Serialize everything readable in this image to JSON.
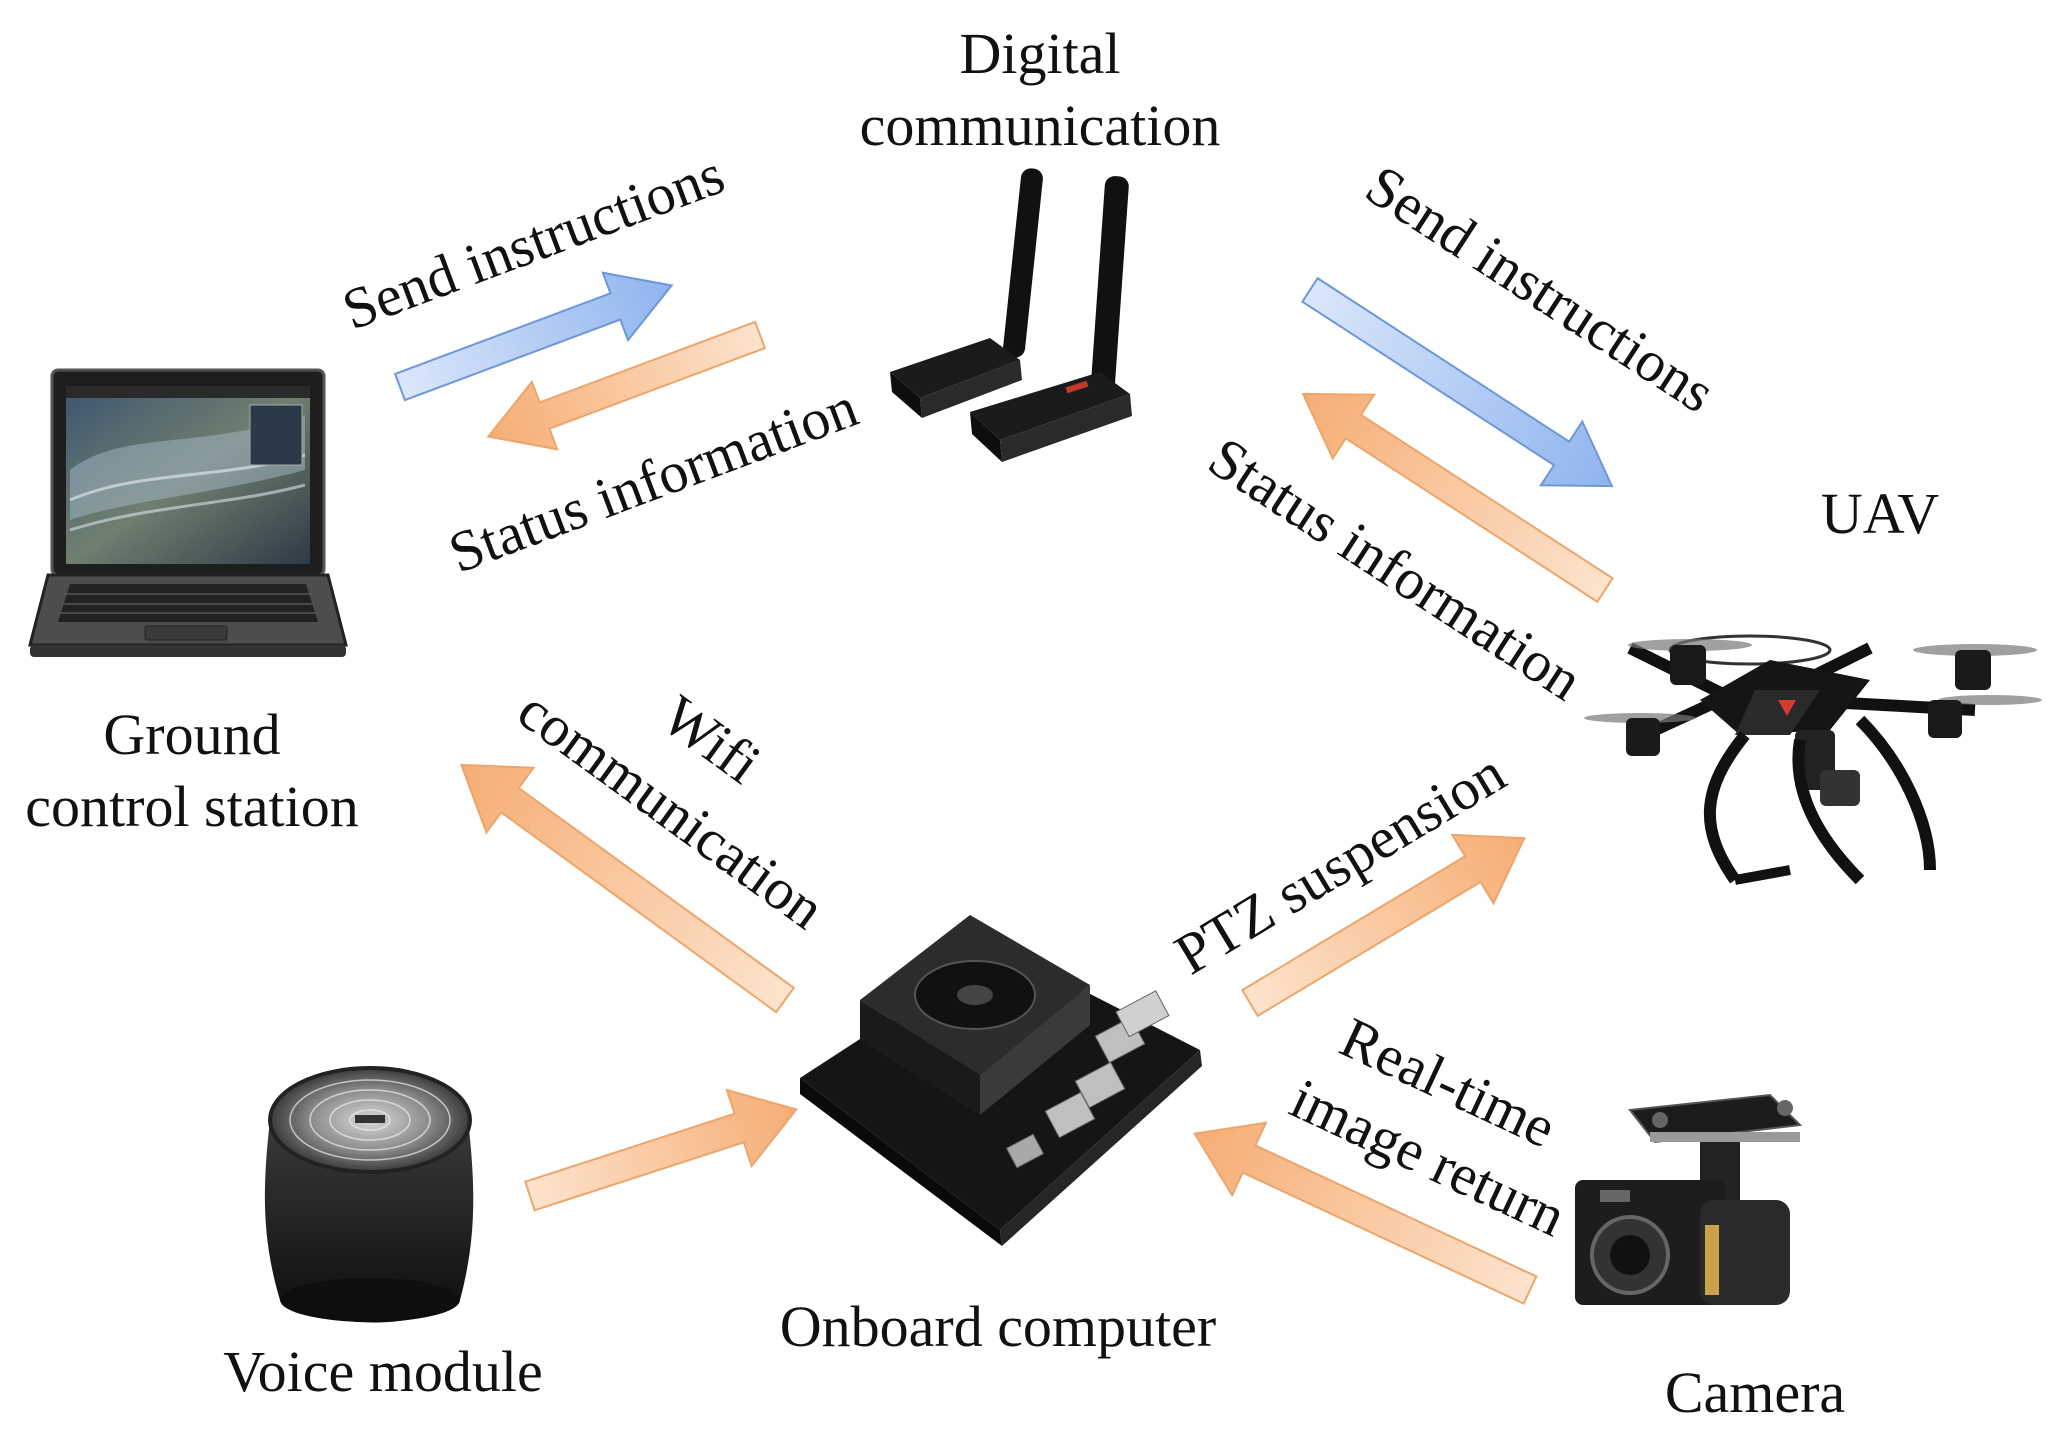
{
  "nodes": {
    "digital_comm": {
      "line1": "Digital",
      "line2": "communication"
    },
    "gcs": {
      "line1": "Ground",
      "line2": "control station"
    },
    "uav": {
      "label": "UAV"
    },
    "onboard": {
      "label": "Onboard computer"
    },
    "voice": {
      "label": "Voice module"
    },
    "camera": {
      "label": "Camera"
    }
  },
  "edges": {
    "send_left": "Send instructions",
    "status_left": "Status information",
    "send_right": "Send instructions",
    "status_right": "Status information",
    "wifi_line1": "Wifi",
    "wifi_line2": "communication",
    "ptz": "PTZ suspension",
    "realtime_line1": "Real-time",
    "realtime_line2": "image return"
  },
  "colors": {
    "send_arrow": "#a9c6f2",
    "status_arrow": "#f9c49a",
    "arrow_stroke_blue": "#6d97d8",
    "arrow_stroke_orange": "#eca56b"
  }
}
